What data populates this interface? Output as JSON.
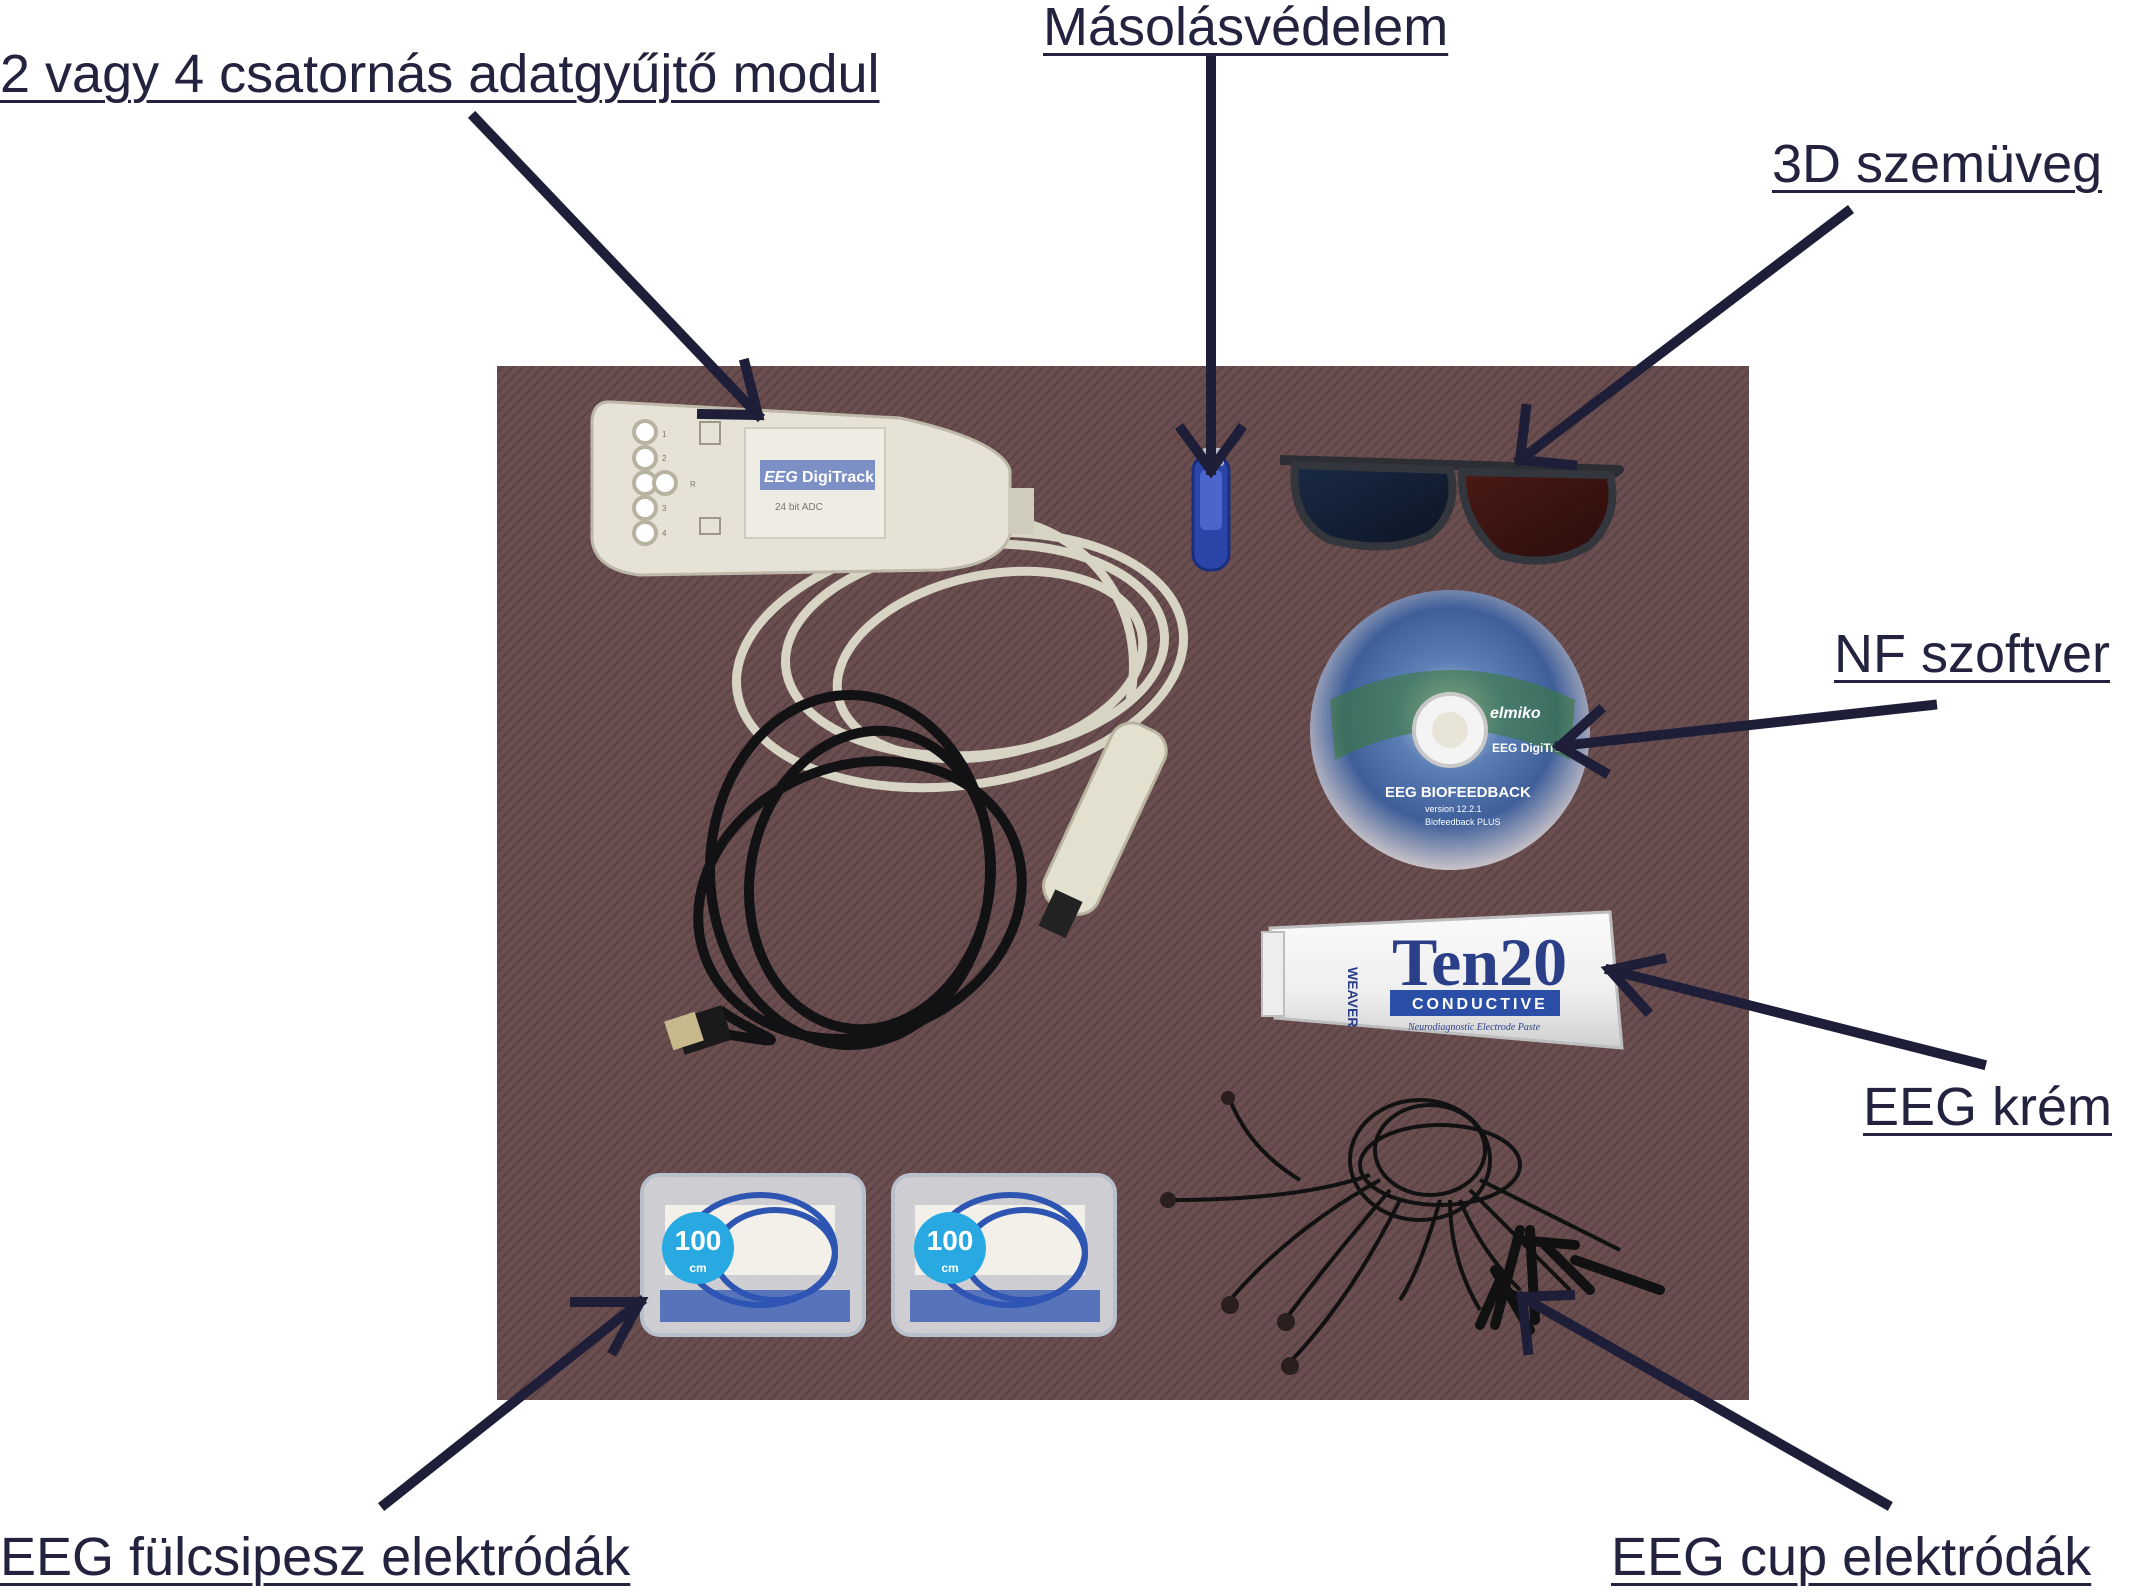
{
  "labels": {
    "data_module": "2 vagy 4 csatornás adatgyűjtő modul",
    "copy_protection": "Másolásvédelem",
    "glasses_3d": "3D szemüveg",
    "nf_software": "NF szoftver",
    "eeg_cream": "EEG krém",
    "ear_clip_electrodes": "EEG fülcsipesz elektródák",
    "cup_electrodes": "EEG cup elektródák"
  },
  "device": {
    "brand_eeg": "EEG",
    "brand_name": "DigiTrack",
    "adc_text": "24 bit ADC",
    "channels": [
      "1",
      "2",
      "R",
      "3",
      "4"
    ]
  },
  "cd": {
    "title": "EEG BIOFEEDBACK",
    "brand": "elmiko",
    "brand_digitrack": "EEG DigiTrack",
    "version": "version 12.2.1",
    "edition": "Biofeedback PLUS"
  },
  "tube": {
    "brand": "Ten20",
    "subtitle": "CONDUCTIVE",
    "maker": "WEAVER",
    "description": "Neurodiagnostic Electrode Paste"
  },
  "boxes": [
    {
      "length": "100",
      "unit": "cm"
    },
    {
      "length": "100",
      "unit": "cm"
    }
  ],
  "colors": {
    "text": "#23233f",
    "arrow": "#1e1e38",
    "mat": "#6b4f50",
    "device": "#e6e2d6",
    "usb_key": "#2b45a8"
  }
}
